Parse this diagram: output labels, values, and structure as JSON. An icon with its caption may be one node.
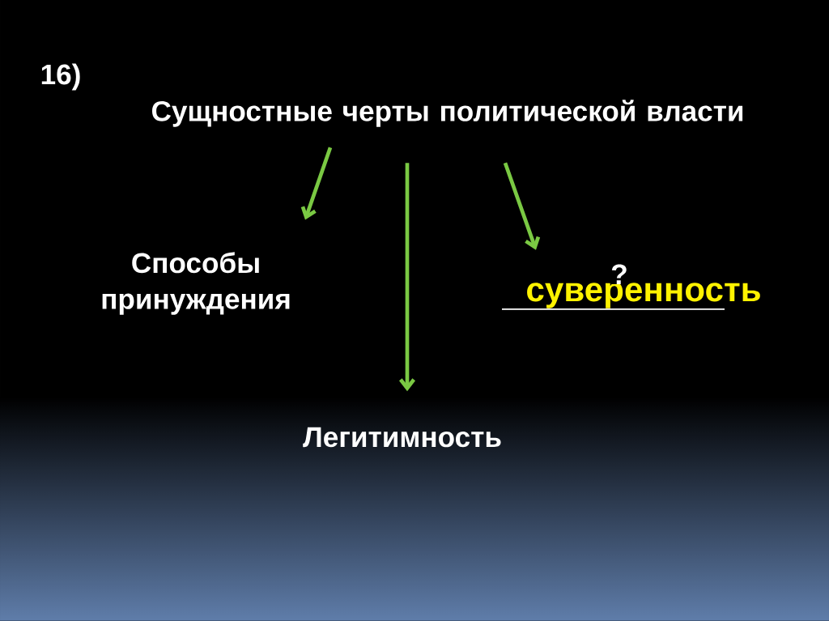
{
  "diagram": {
    "nodes": [
      {
        "text": [
          "Сущностные черты политической власти"
        ]
      },
      {
        "text": [
          "Способы принуждения"
        ]
      },
      {
        "text": [
          "Легитимность"
        ]
      },
      {
        "text": [
          "?",
          "суверенность"
        ]
      }
    ],
    "edges": [
      {
        "from": 0,
        "to": 1,
        "arrow": "to"
      },
      {
        "from": 0,
        "to": 2,
        "arrow": "to"
      },
      {
        "from": 0,
        "to": 3,
        "arrow": "to"
      }
    ],
    "labels": [
      "16)"
    ]
  }
}
